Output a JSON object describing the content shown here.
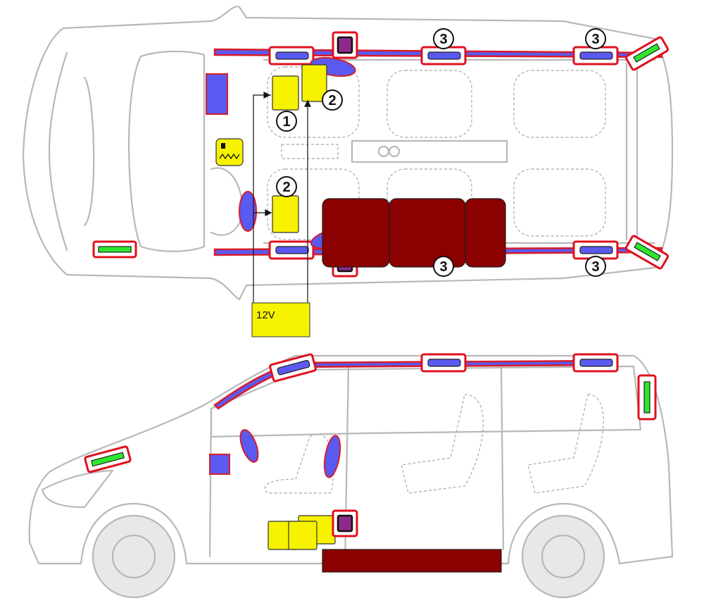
{
  "diagram": {
    "top_view": {
      "callouts": {
        "front_left": "1",
        "front_left_pass": "2",
        "front_right_pass": "2",
        "rail_mid_top": "3",
        "rail_rear_top": "3",
        "rail_mid_bottom": "3",
        "rail_rear_bottom": "3"
      },
      "battery_label": "12V"
    },
    "colors": {
      "curtain": "#5a5af0",
      "frame": "#e0101e",
      "sensor": "#2ee62e",
      "module": "#8e2a8c",
      "control_unit": "#f6f200",
      "seat": "#8b0000"
    }
  }
}
